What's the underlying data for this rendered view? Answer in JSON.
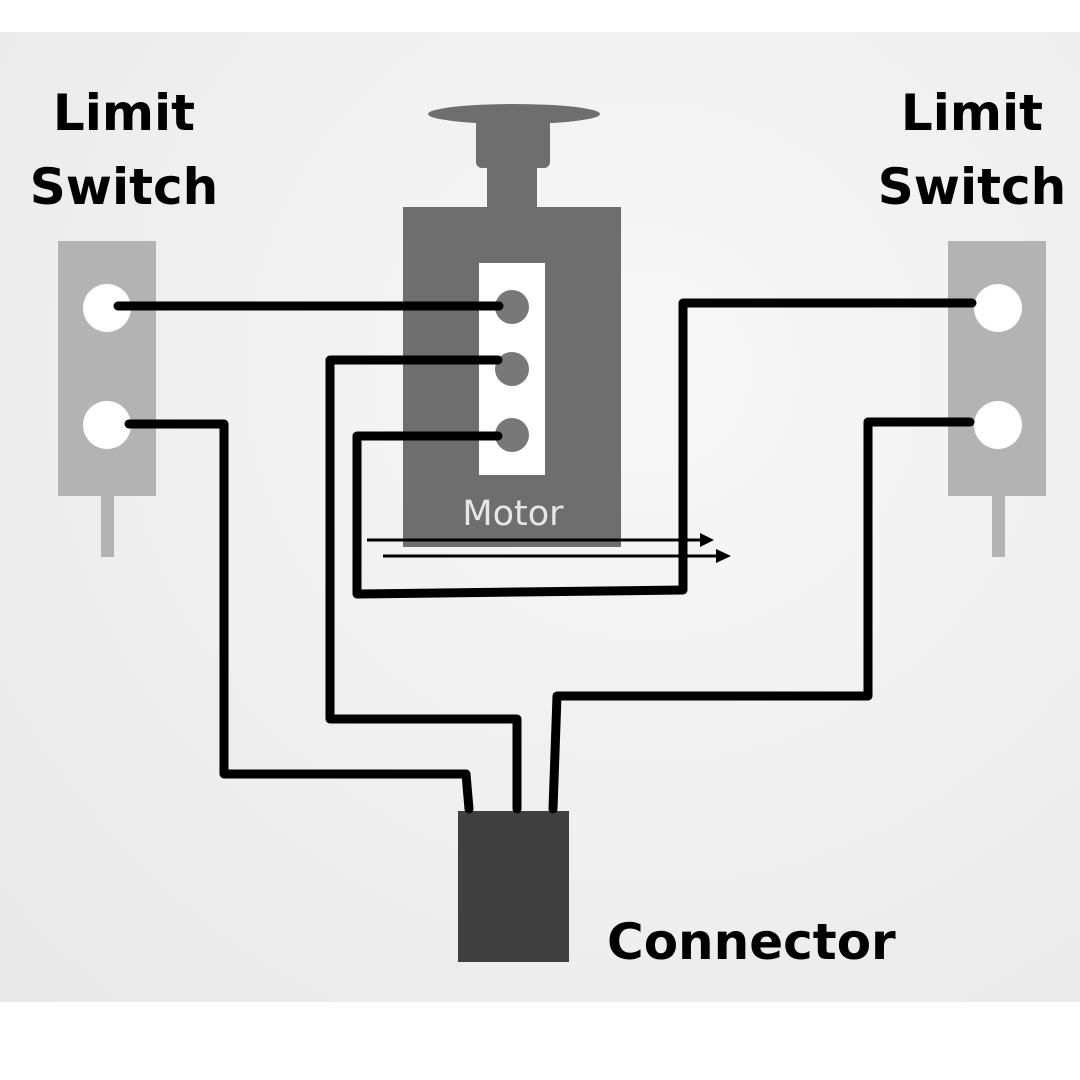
{
  "diagram": {
    "limit_switch_left": {
      "label_line1": "Limit",
      "label_line2": "Switch"
    },
    "limit_switch_right": {
      "label_line1": "Limit",
      "label_line2": "Switch"
    },
    "motor": {
      "label": "Motor"
    },
    "connector": {
      "label": "Connector"
    }
  },
  "colors": {
    "wire": "#000000",
    "motor_body": "#6e6e6e",
    "switch_body": "#b3b3b3",
    "connector_body": "#404040",
    "terminal_white": "#ffffff",
    "motor_terminal": "#787878"
  }
}
